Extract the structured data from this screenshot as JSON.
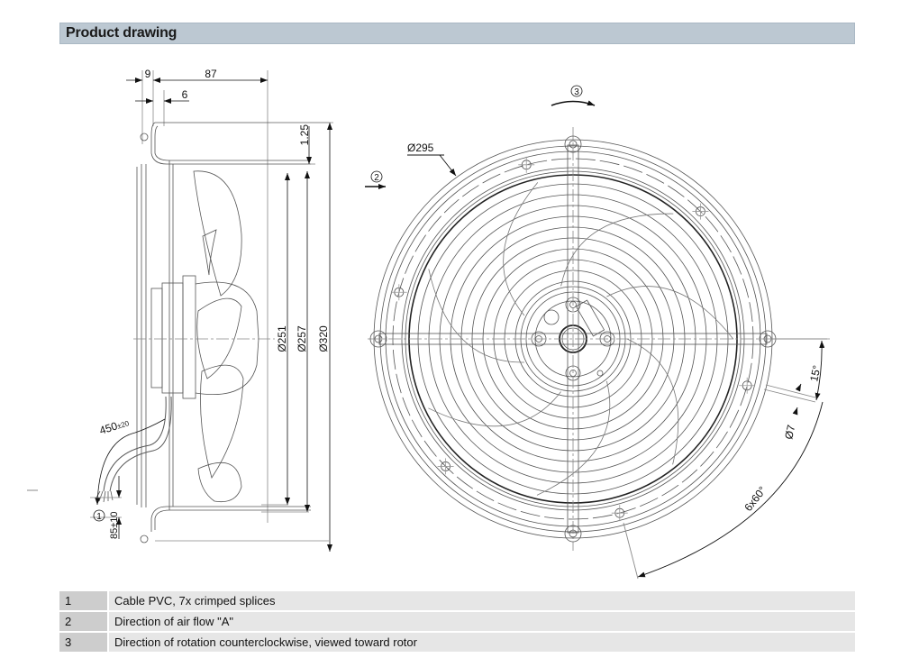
{
  "header": {
    "title": "Product drawing"
  },
  "side_view": {
    "dim_top_left": "9",
    "dim_top_main": "87",
    "dim_top_small": "6",
    "dim_right_small": "1.25",
    "dia_inner": "Ø251",
    "dia_mid": "Ø257",
    "dia_outer": "Ø320",
    "cable_length": "450",
    "cable_length_tol": "±20",
    "strip_length": "85±10",
    "callout_cable": "1"
  },
  "front_view": {
    "callout_airflow": "2",
    "callout_rotation": "3",
    "dia_bolt_circle": "Ø295",
    "hole_dia": "Ø7",
    "hole_angle": "15°",
    "hole_pattern": "6x60°"
  },
  "legend": [
    {
      "num": "1",
      "desc": "Cable PVC, 7x crimped splices"
    },
    {
      "num": "2",
      "desc": "Direction of air flow \"A\""
    },
    {
      "num": "3",
      "desc": "Direction of rotation counterclockwise, viewed toward rotor"
    }
  ]
}
